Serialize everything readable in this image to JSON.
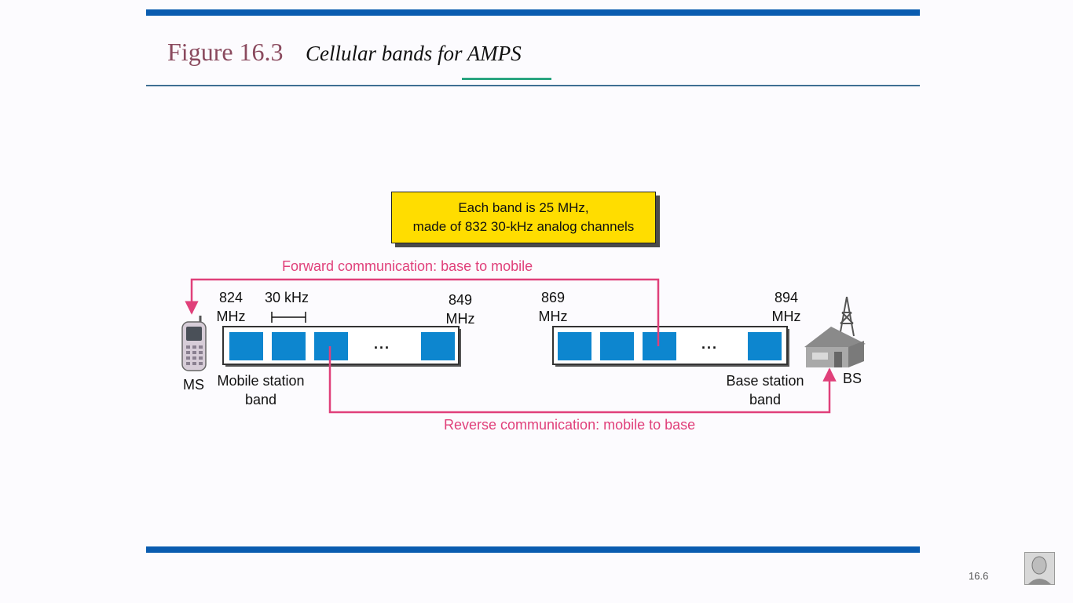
{
  "header": {
    "figure_label": "Figure 16.3",
    "figure_title": "Cellular bands for AMPS"
  },
  "note": {
    "line1": "Each band is 25 MHz,",
    "line2": "made of 832 30-kHz analog channels"
  },
  "arrows": {
    "forward": "Forward communication: base to mobile",
    "reverse": "Reverse communication: mobile to base"
  },
  "mobile_band": {
    "start_freq": "824",
    "end_freq": "849",
    "unit": "MHz",
    "channel_width": "30 kHz",
    "ellipsis": "...",
    "label_line1": "Mobile station",
    "label_line2": "band"
  },
  "base_band": {
    "start_freq": "869",
    "end_freq": "894",
    "unit": "MHz",
    "ellipsis": "...",
    "label_line1": "Base station",
    "label_line2": "band"
  },
  "nodes": {
    "mobile": "MS",
    "base": "BS"
  },
  "footer": {
    "slide_number": "16.6"
  },
  "colors": {
    "accent_blue": "#0a5cb0",
    "channel_blue": "#0d86cf",
    "arrow_pink": "#e0407a",
    "note_yellow": "#ffdd00"
  }
}
